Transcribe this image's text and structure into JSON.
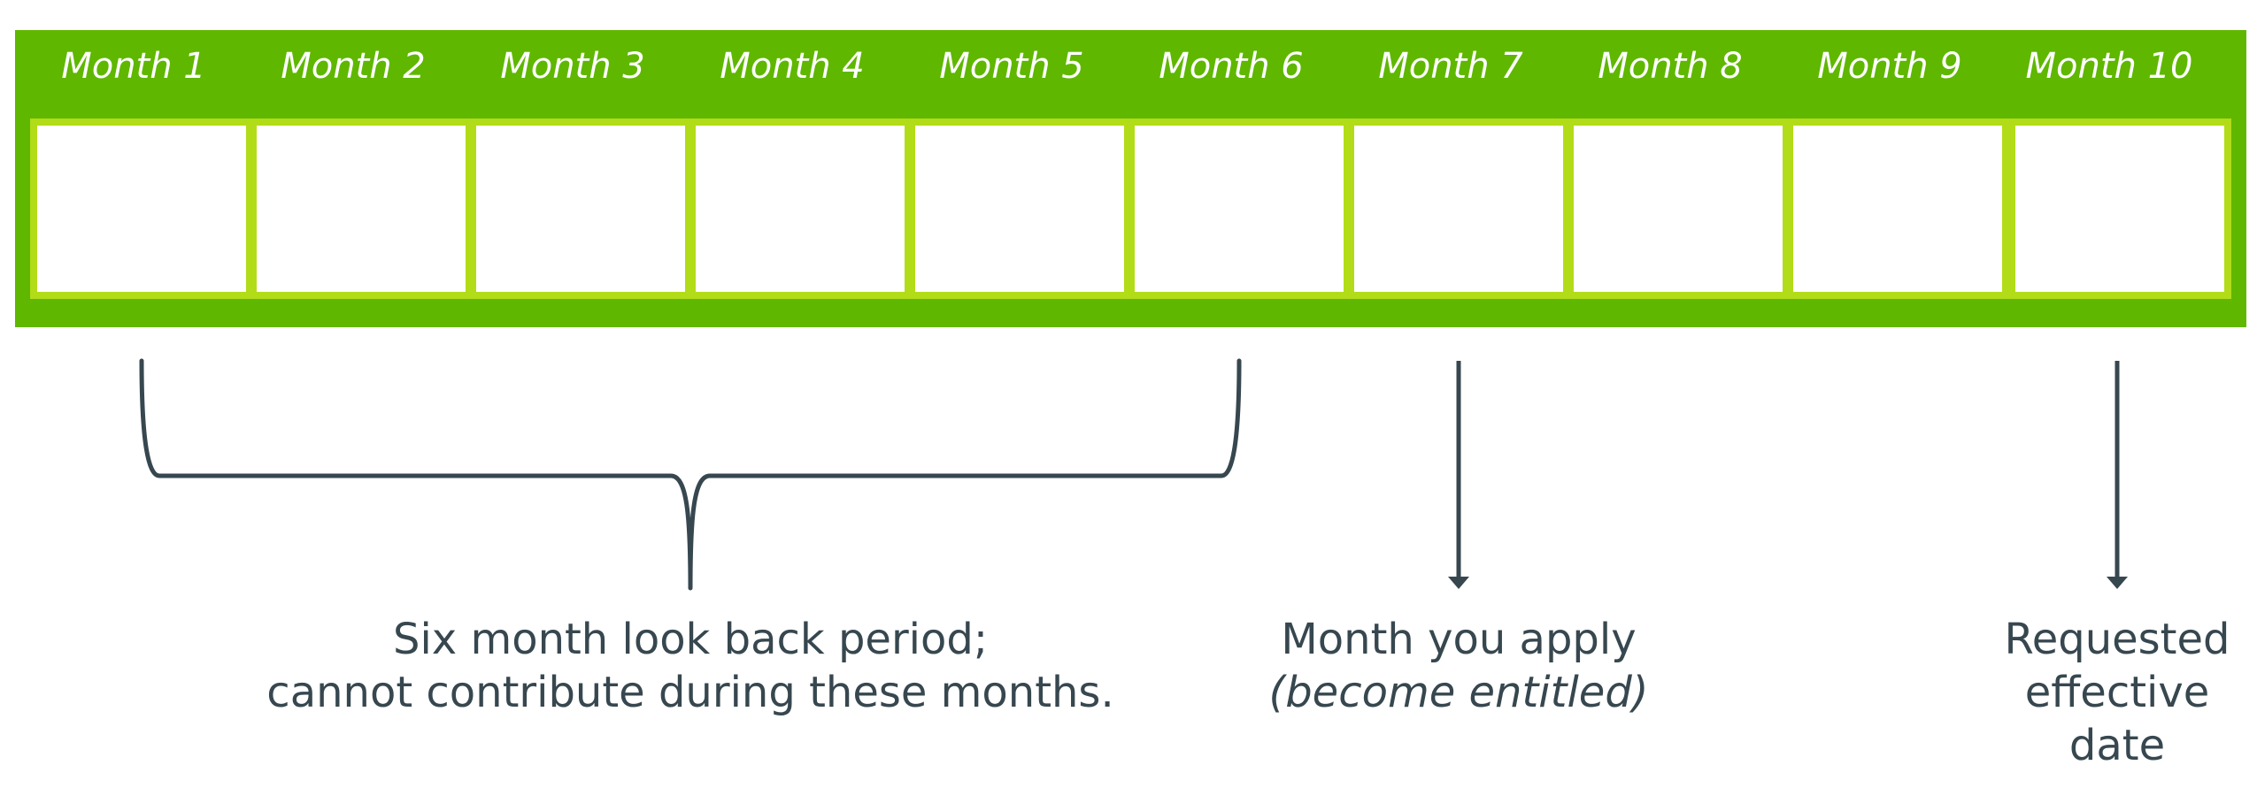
{
  "colors": {
    "band": "#5fb700",
    "cell_border": "#b2dc18",
    "cell_fill": "#ffffff",
    "label_text": "#ffffff",
    "annotation": "#37474f"
  },
  "months": [
    "Month 1",
    "Month 2",
    "Month 3",
    "Month 4",
    "Month 5",
    "Month 6",
    "Month 7",
    "Month 8",
    "Month 9",
    "Month 10"
  ],
  "lookback": {
    "line1": "Six month look back period;",
    "line2": "cannot contribute during these months."
  },
  "apply": {
    "line1": "Month you apply",
    "line2": "(become entitled)"
  },
  "effective": {
    "line1": "Requested",
    "line2": "effective",
    "line3": "date"
  }
}
